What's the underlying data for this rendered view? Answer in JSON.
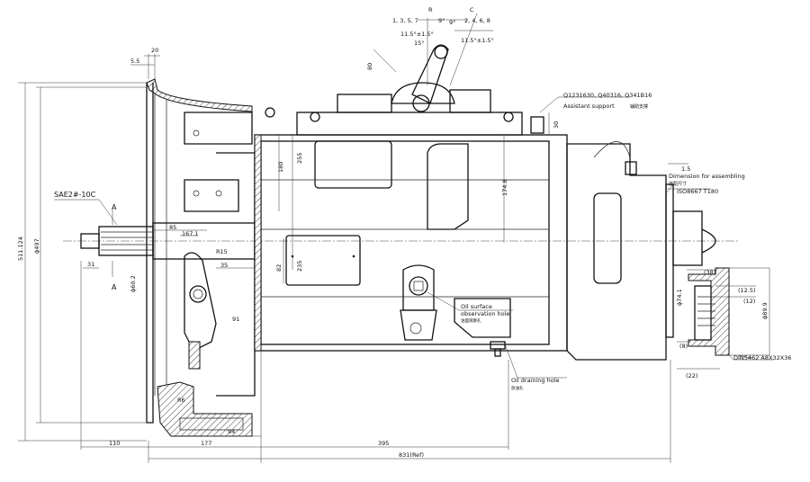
{
  "title": "Transmission assembly outline drawing",
  "shift": {
    "r": "R",
    "c": "C",
    "gears_odd": "1, 3, 5, 7",
    "gears_even": "2, 4, 6, 8",
    "angle_left": "9°",
    "angle_right": "9°",
    "tilt_left": "11.5°±1.5°",
    "tilt_right": "11.5°±1.5°",
    "angle_15": "15°",
    "lever_len": "80"
  },
  "support": {
    "parts": "Q1231630, Q40316, Q341B16",
    "label": "Assistant support",
    "label_cn": "辅助支撑",
    "dim": "30"
  },
  "assembly": {
    "dim": "1.5",
    "label": "Dimension for assembling",
    "label_cn": "装配尺寸",
    "iso": "ISO8667  T180"
  },
  "flange": {
    "d38": "(38)",
    "d12_5": "(12.5)",
    "d12": "(12)",
    "dia74": "ϕ74.1",
    "dia89": "ϕ89.9",
    "d8": "(8)",
    "d22": "(22)",
    "spline": "DIN5462  A8X32X36"
  },
  "front": {
    "d20": "20",
    "d5_5": "5.5",
    "d511": "511.124",
    "dia497": "ϕ497",
    "sae": "SAE2#-10C",
    "section_a1": "A",
    "section_a2": "A",
    "d85": "85",
    "d167": "167.1",
    "r15": "R15",
    "d35": "35",
    "d31": "31",
    "dia60": "ϕ60.2",
    "d91": "91",
    "r6": "R6"
  },
  "body": {
    "d180": "180",
    "d255": "255",
    "d174": "174.8",
    "d82": "82",
    "d235": "235",
    "oil_obs_1": "Oil surface",
    "oil_obs_2": "observation hole",
    "oil_obs_cn": "油面观察孔",
    "oil_drain": "Oil draining hole",
    "oil_drain_cn": "放油孔"
  },
  "bottom": {
    "d94": "94",
    "d110": "110",
    "d177": "177",
    "d395": "395",
    "d831": "831(Ref)"
  }
}
